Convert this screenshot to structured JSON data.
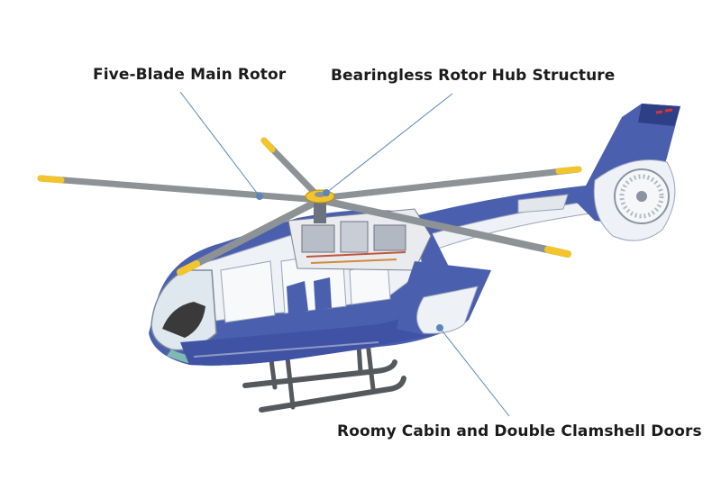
{
  "callouts": {
    "main_rotor": "Five-Blade Main Rotor",
    "rotor_hub": "Bearingless Rotor Hub Structure",
    "cabin_doors": "Roomy Cabin and Double Clamshell Doors"
  },
  "colors": {
    "fuselage_blue": "#4a5fae",
    "fuselage_dark": "#2f3f86",
    "fuselage_white": "#eef1f6",
    "blade_grey": "#8c9295",
    "blade_tip_yellow": "#f2c52c",
    "leader_line": "#5b86b8",
    "skid_grey": "#55585c",
    "text": "#1b1b1b"
  },
  "icons": [
    "helicopter-illustration",
    "leader-dot"
  ]
}
